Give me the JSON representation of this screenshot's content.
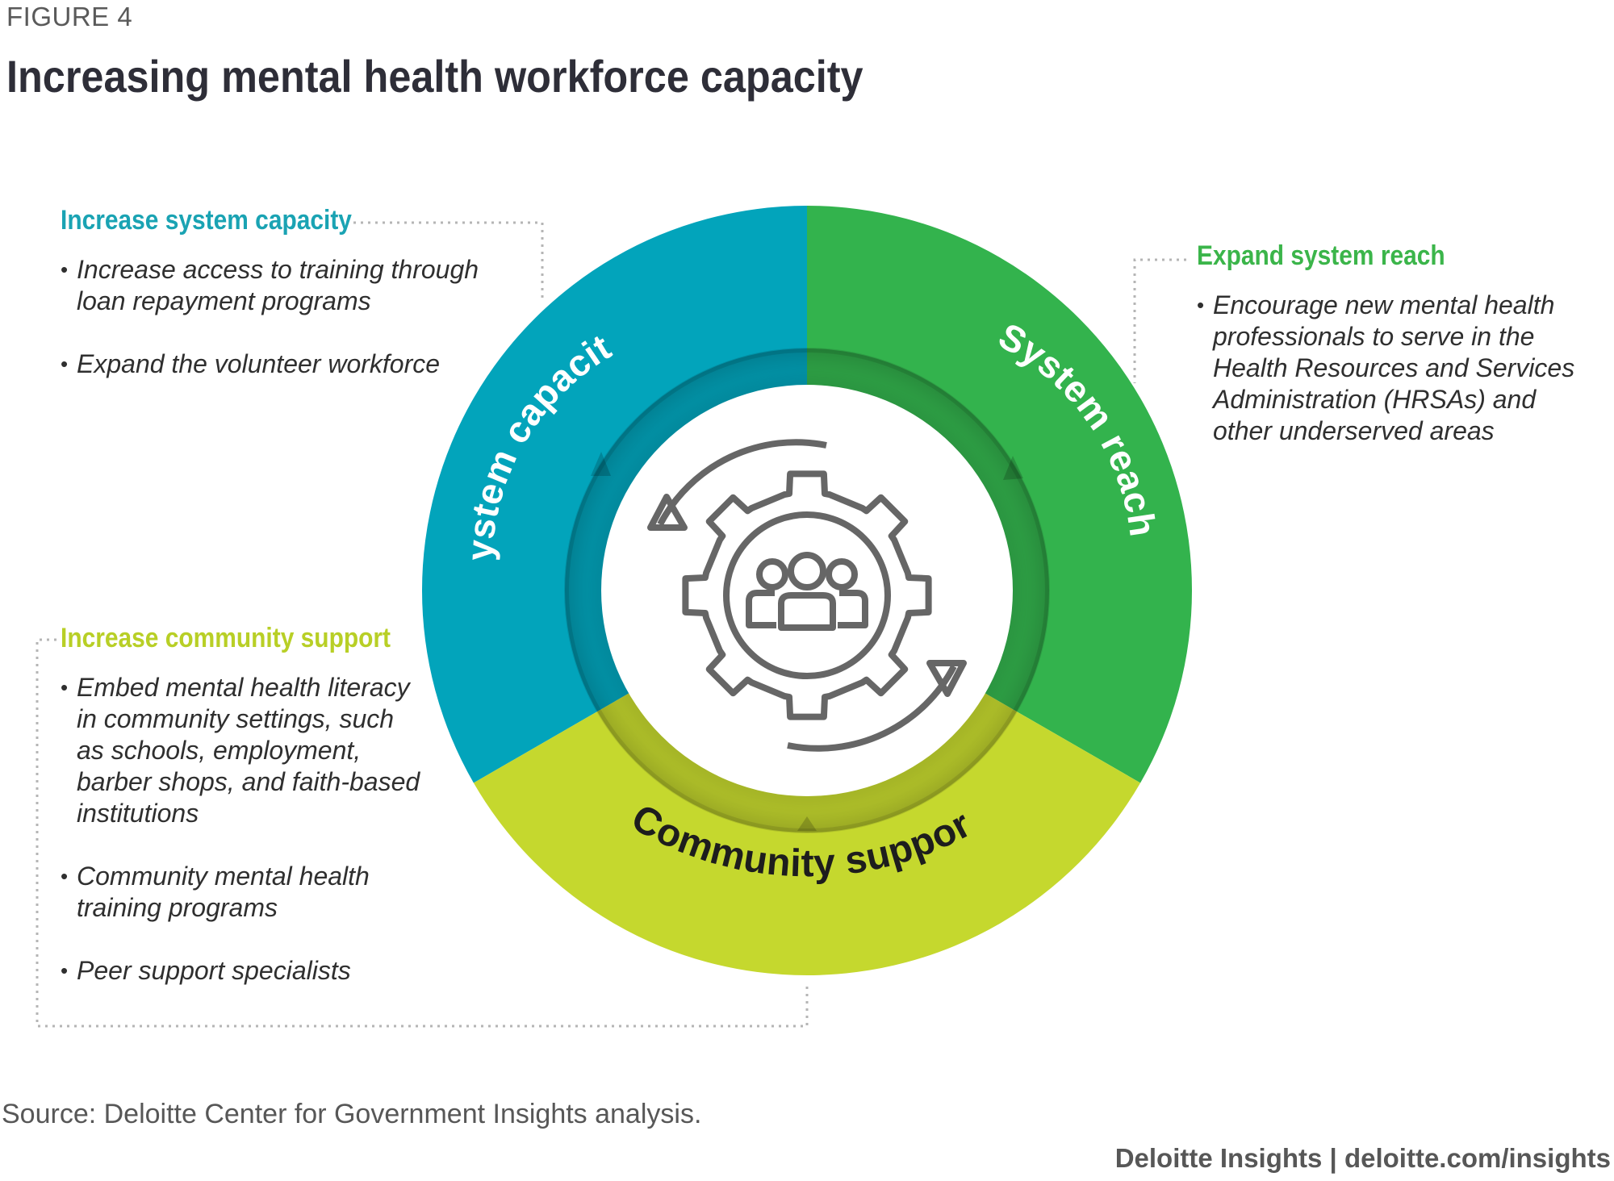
{
  "figure_label": "FIGURE 4",
  "title": "Increasing mental health workforce capacity",
  "colors": {
    "capacity": "#02a4bb",
    "reach": "#33b34d",
    "community": "#c5d82e",
    "capacity_heading": "#1aa3b3",
    "reach_heading": "#3bb54a",
    "community_heading": "#b8cf26",
    "icon": "#666666"
  },
  "ring": {
    "capacity_label": "System capacity",
    "reach_label": "System reach",
    "community_label": "Community support",
    "center_icon": "people-gear-cycle-icon"
  },
  "panels": {
    "capacity": {
      "heading": "Increase system capacity",
      "items": [
        "Increase access to training through loan repayment programs",
        "Expand the volunteer workforce"
      ]
    },
    "reach": {
      "heading": "Expand system reach",
      "items": [
        "Encourage new mental health professionals to serve in the Health Resources and Services Administration (HRSAs) and other underserved areas"
      ]
    },
    "community": {
      "heading": "Increase community support",
      "items": [
        "Embed mental health literacy in community settings, such as schools, employment, barber shops, and faith-based institutions",
        "Community mental health training programs",
        "Peer support specialists"
      ]
    }
  },
  "source": "Source: Deloitte Center for Government Insights analysis.",
  "footer": "Deloitte Insights | deloitte.com/insights"
}
